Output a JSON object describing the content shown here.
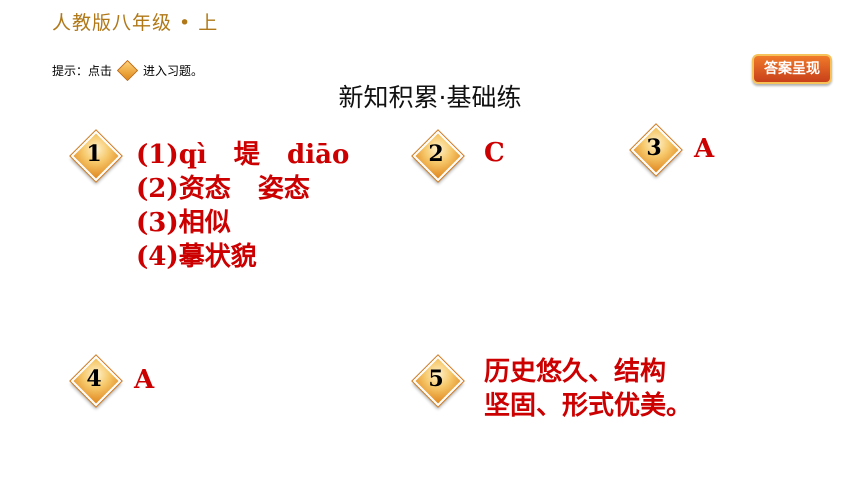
{
  "header": {
    "grade": "人教版八年级 • 上",
    "hint_prefix": "提示：点击",
    "hint_suffix": "进入习题。",
    "reveal_button": "答案呈现",
    "section_title": "新知积累·基础练"
  },
  "questions": [
    {
      "number": "1",
      "lines": [
        "(1)qì   堤   diāo",
        "(2)资态   姿态",
        "(3)相似",
        "(4)摹状貌"
      ]
    },
    {
      "number": "2",
      "lines": [
        "C"
      ]
    },
    {
      "number": "3",
      "lines": [
        "A"
      ]
    },
    {
      "number": "4",
      "lines": [
        "A"
      ]
    },
    {
      "number": "5",
      "lines": [
        "历史悠久、结构",
        "坚固、形式优美。"
      ]
    }
  ],
  "colors": {
    "answer": "#cc0000",
    "grade": "#b07818",
    "badge_fill": "#f6c86a",
    "button": "#d8501e"
  },
  "icons": {
    "hint": "diamond-icon",
    "badge": "diamond-badge-icon"
  }
}
